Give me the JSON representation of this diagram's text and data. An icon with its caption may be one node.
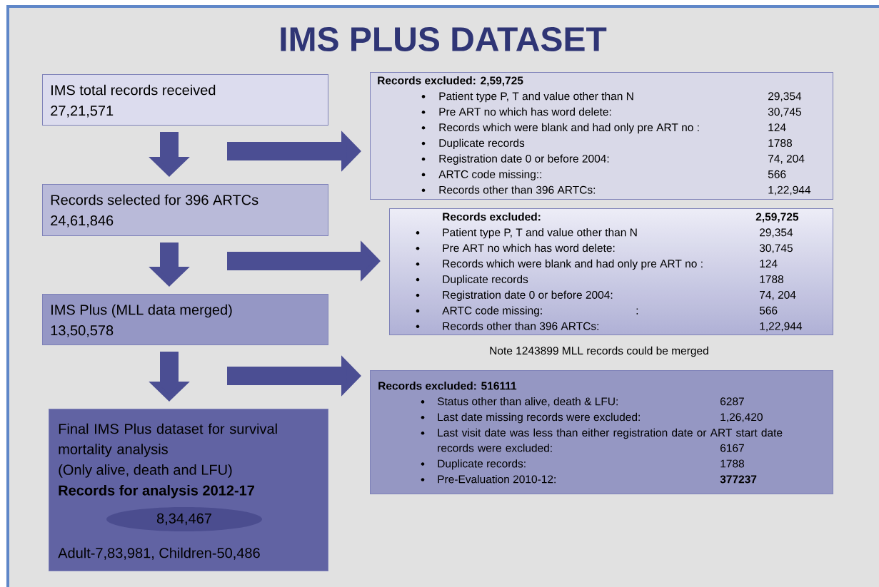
{
  "diagram": {
    "title": "IMS PLUS DATASET",
    "nodes": [
      {
        "text": [
          "IMS total records received",
          "27,21,571"
        ]
      },
      {
        "text": [
          "Records excluded: 2,59,725",
          "Patient type P, T and value other than N",
          "29,354",
          "Pre ART no which has word delete:",
          "30,745",
          "Records which were blank and had only pre ART no :",
          "124",
          "Duplicate records",
          "1788",
          "Registration date 0 or before 2004:",
          "74, 204",
          "ARTC code missing::",
          "566",
          "Records other than 396 ARTCs:",
          "1,22,944"
        ]
      },
      {
        "text": [
          "Records selected for 396 ARTCs",
          "24,61,846"
        ]
      },
      {
        "text": [
          "Records excluded:",
          "2,59,725",
          "Patient type P, T and value other than N",
          "29,354",
          "Pre ART no which has word delete:",
          "30,745",
          "Records which were blank and had only pre ART no :",
          "124",
          "Duplicate records",
          "1788",
          "Registration date 0 or before 2004:",
          "74, 204",
          "ARTC code missing:",
          ":",
          "566",
          "Records other than 396 ARTCs:",
          "1,22,944"
        ]
      },
      {
        "text": [
          "IMS Plus (MLL data merged)",
          "13,50,578"
        ]
      },
      {
        "text": [
          "Records excluded: 516111",
          "Status other than alive, death & LFU:",
          "6287",
          "Last date missing records were excluded:",
          "1,26,420",
          "Last visit date was less than either registration date or ART start date records were excluded:",
          "6167",
          "Duplicate records:",
          "1788",
          "Pre-Evaluation 2010-12:",
          "377237"
        ]
      },
      {
        "text": [
          "Final IMS Plus dataset for survival mortality analysis",
          "(Only alive, death and LFU)",
          "Records for analysis 2012-17",
          "Adult-7,83,981, Children-50,486"
        ]
      },
      {
        "text": [
          "8,34,467"
        ],
        "in": 6
      }
    ],
    "edges": [
      {
        "from": 0,
        "to": 2,
        "arrow": "to"
      },
      {
        "from": null,
        "to": 1,
        "arrow": "to"
      },
      {
        "from": 2,
        "to": 4,
        "arrow": "to"
      },
      {
        "from": null,
        "to": 3,
        "arrow": "to"
      },
      {
        "from": 4,
        "to": 6,
        "arrow": "to"
      },
      {
        "from": null,
        "to": 5,
        "arrow": "to"
      }
    ],
    "labels": [
      "Note 1243899 MLL records could be merged"
    ]
  }
}
